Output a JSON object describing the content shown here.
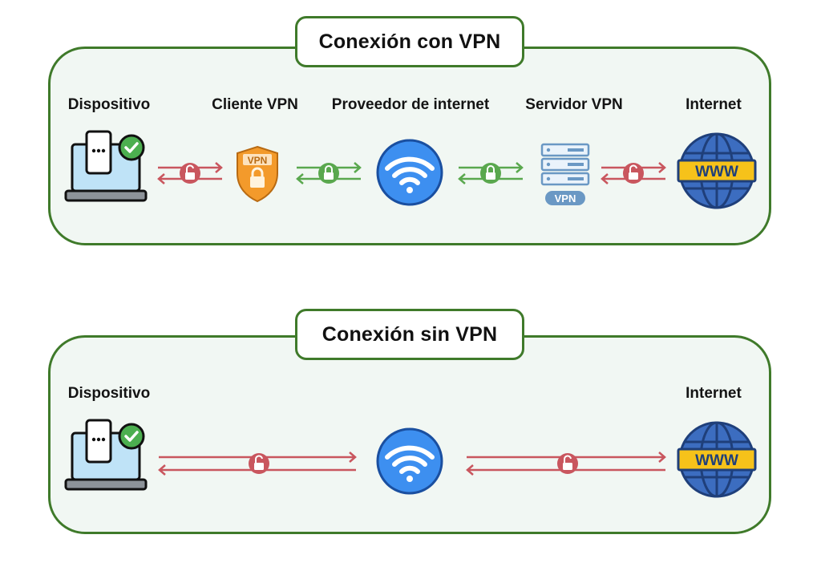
{
  "sections": {
    "with_vpn": {
      "title": "Conexión con VPN",
      "labels": {
        "device": "Dispositivo",
        "vpn_client": "Cliente VPN",
        "isp": "Proveedor de internet",
        "vpn_server": "Servidor VPN",
        "internet": "Internet"
      },
      "shield_text": "VPN",
      "server_tag": "VPN",
      "globe_text": "WWW"
    },
    "without_vpn": {
      "title": "Conexión sin VPN",
      "labels": {
        "device": "Dispositivo",
        "internet": "Internet"
      },
      "globe_text": "WWW"
    }
  },
  "colors": {
    "border_green": "#3f7a2a",
    "panel_bg": "#f1f7f3",
    "unsecured_red": "#c9565e",
    "secured_green": "#5aa84e",
    "wifi_blue": "#3d8ff0",
    "shield_orange": "#f39a2b",
    "globe_blue": "#2f5aa6",
    "www_yellow": "#f6c21a"
  },
  "icons": [
    "laptop-phone-icon",
    "check-badge-icon",
    "vpn-shield-icon",
    "wifi-icon",
    "server-rack-icon",
    "globe-www-icon",
    "padlock-open-icon",
    "padlock-closed-icon"
  ]
}
